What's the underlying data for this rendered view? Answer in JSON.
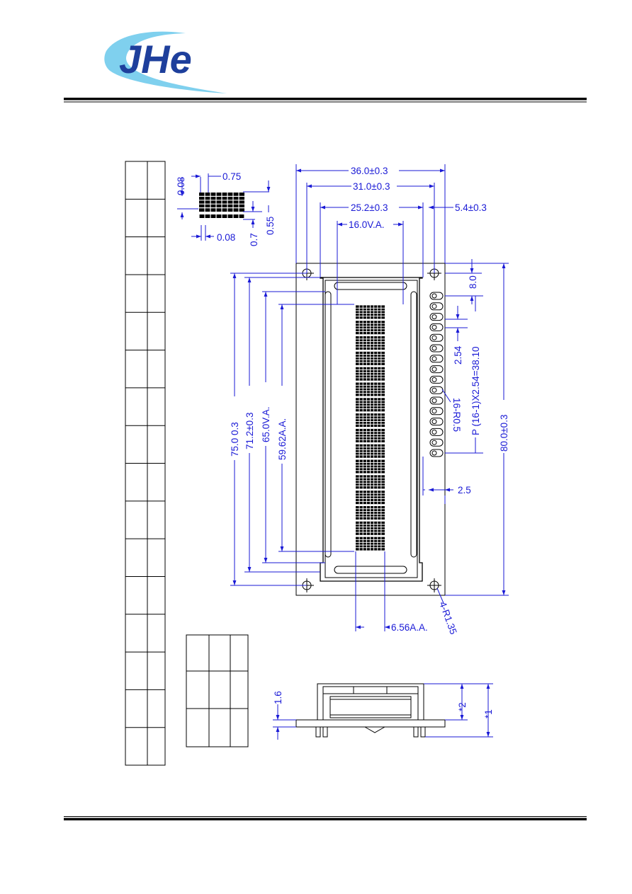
{
  "logo": {
    "text": "JHe",
    "color_primary": "#1e3f9c",
    "color_swoosh": "#7fd0ee"
  },
  "colors": {
    "dimension": "#1a1ad6",
    "outline": "#000000"
  },
  "dimensions": {
    "outline_width": "36.0±0.3",
    "hole_pitch": "31.0±0.3",
    "viewing_width": "25.2±0.3",
    "pin_offset": "5.4±0.3",
    "va_width": "16.0V.A.",
    "outline_height": "75.0  0.3",
    "hole_pitch_h": "71.2±0.3",
    "va_height": "65.0V.A.",
    "aa_height": "59.62A.A.",
    "total_length": "80.0±0.3",
    "pin_top": "8.0",
    "pin_pitch": "2.54",
    "pin_span": "P  (16-1)X2.54=38.10",
    "pad": "16-R0.5",
    "pin_margin": "2.5",
    "aa_width": "6.56A.A.",
    "holes": "4-R1.35",
    "dot_pitch_x": "0.75",
    "dot_gap_x": "0.08",
    "dot_gap_y": "0.08",
    "dot_h": "0.55",
    "char_h": "0.7",
    "board_thickness": "1.6",
    "height_2": "*2",
    "height_1": "*1"
  }
}
